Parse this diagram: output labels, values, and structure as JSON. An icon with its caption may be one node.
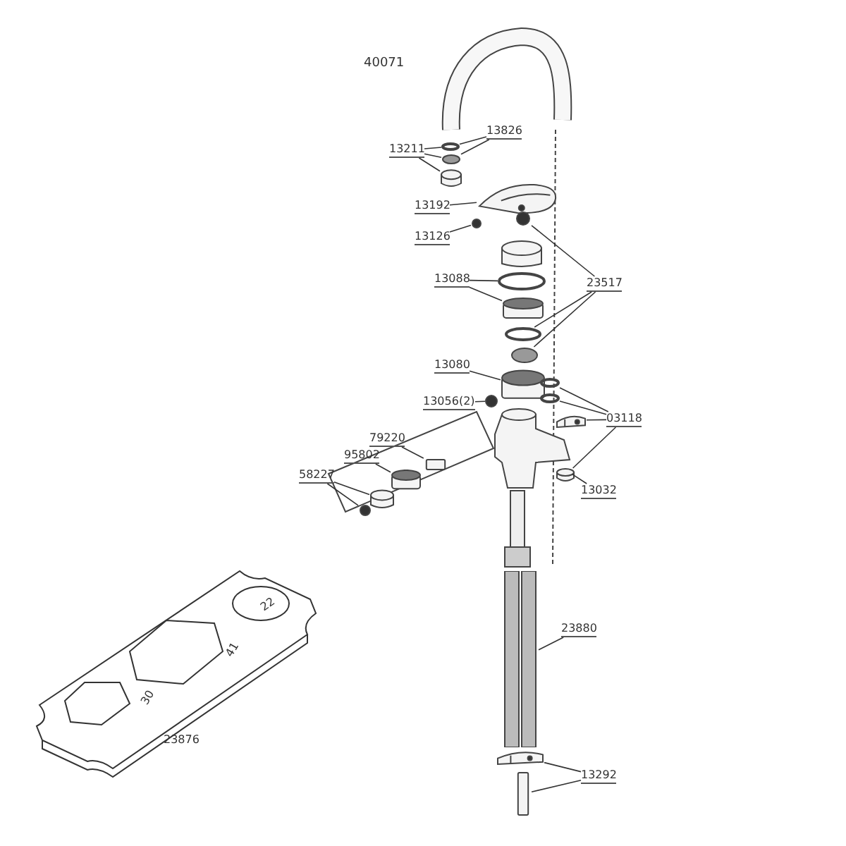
{
  "diagram": {
    "nodes": [
      {
        "text": [
          "13826"
        ]
      },
      {
        "text": [
          "13211"
        ]
      },
      {
        "text": [
          "13192"
        ]
      },
      {
        "text": [
          "13126"
        ]
      },
      {
        "text": [
          "13088"
        ]
      },
      {
        "text": [
          "23517"
        ]
      },
      {
        "text": [
          "13080"
        ]
      },
      {
        "text": [
          "13056(2)"
        ]
      },
      {
        "text": [
          "03118"
        ]
      },
      {
        "text": [
          "13032"
        ]
      },
      {
        "text": [
          "79220"
        ]
      },
      {
        "text": [
          "95802"
        ]
      },
      {
        "text": [
          "58227"
        ]
      },
      {
        "text": [
          "23880"
        ]
      },
      {
        "text": [
          "13292"
        ]
      },
      {
        "text": [],
        "shape": "circle"
      },
      {
        "text": [],
        "shape": "circle"
      },
      {
        "text": [],
        "shape": "cylinder"
      },
      {
        "text": [],
        "shape": "picture"
      },
      {
        "text": [],
        "shape": "circle"
      },
      {
        "text": [],
        "shape": "circle"
      },
      {
        "text": [],
        "shape": "cylinder"
      },
      {
        "text": [],
        "shape": "circle"
      },
      {
        "text": [],
        "shape": "cylinder"
      },
      {
        "text": [],
        "shape": "circle"
      },
      {
        "text": [],
        "shape": "circle"
      },
      {
        "text": [],
        "shape": "cylinder"
      },
      {
        "text": [],
        "shape": "circle"
      },
      {
        "text": [],
        "shape": "circle"
      },
      {
        "text": [],
        "shape": "circle"
      },
      {
        "text": [],
        "shape": "picture"
      },
      {
        "text": [],
        "shape": "cylinder"
      },
      {
        "text": [],
        "shape": "picture"
      },
      {
        "text": [],
        "shape": "bar"
      },
      {
        "text": [],
        "shape": "cylinder"
      },
      {
        "text": [],
        "shape": "cylinder"
      },
      {
        "text": [],
        "shape": "circle"
      },
      {
        "text": [],
        "shape": "bar"
      },
      {
        "text": [],
        "shape": "picture"
      },
      {
        "text": [],
        "shape": "bar"
      }
    ],
    "edges": [
      {
        "from": 0,
        "to": 15,
        "arrow": "none"
      },
      {
        "from": 0,
        "to": 16,
        "arrow": "none"
      },
      {
        "from": 1,
        "to": 15,
        "arrow": "none"
      },
      {
        "from": 1,
        "to": 16,
        "arrow": "none"
      },
      {
        "from": 1,
        "to": 17,
        "arrow": "none"
      },
      {
        "from": 2,
        "to": 18,
        "arrow": "none"
      },
      {
        "from": 3,
        "to": 19,
        "arrow": "none"
      },
      {
        "from": 4,
        "to": 22,
        "arrow": "none"
      },
      {
        "from": 4,
        "to": 23,
        "arrow": "none"
      },
      {
        "from": 5,
        "to": 20,
        "arrow": "none"
      },
      {
        "from": 5,
        "to": 24,
        "arrow": "none"
      },
      {
        "from": 5,
        "to": 25,
        "arrow": "none"
      },
      {
        "from": 6,
        "to": 26,
        "arrow": "none"
      },
      {
        "from": 7,
        "to": 27,
        "arrow": "none"
      },
      {
        "from": 8,
        "to": 28,
        "arrow": "none"
      },
      {
        "from": 8,
        "to": 29,
        "arrow": "none"
      },
      {
        "from": 8,
        "to": 30,
        "arrow": "none"
      },
      {
        "from": 8,
        "to": 31,
        "arrow": "none"
      },
      {
        "from": 9,
        "to": 32,
        "arrow": "none"
      },
      {
        "from": 10,
        "to": 33,
        "arrow": "none"
      },
      {
        "from": 11,
        "to": 34,
        "arrow": "none"
      },
      {
        "from": 12,
        "to": 35,
        "arrow": "none"
      },
      {
        "from": 12,
        "to": 36,
        "arrow": "none"
      },
      {
        "from": 13,
        "to": 37,
        "arrow": "none"
      },
      {
        "from": 14,
        "to": 38,
        "arrow": "none"
      },
      {
        "from": 14,
        "to": 39,
        "arrow": "none"
      }
    ],
    "labels": [
      "40071",
      "22",
      "41",
      "30",
      "23876"
    ]
  }
}
